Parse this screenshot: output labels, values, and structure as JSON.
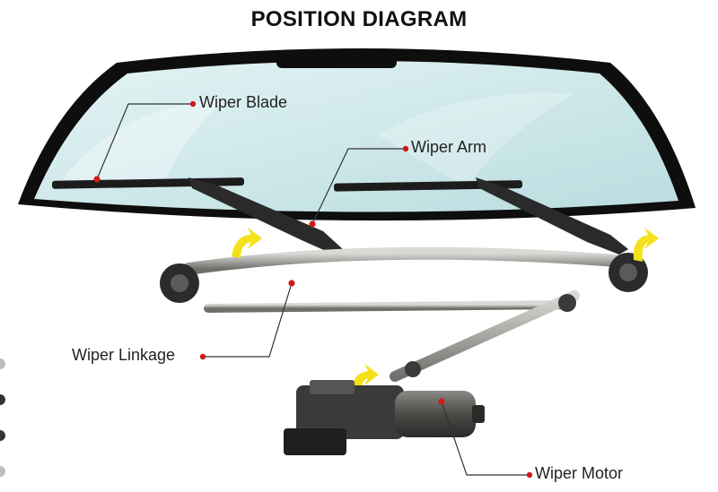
{
  "title": "POSITION DIAGRAM",
  "labels": {
    "wiper_blade": "Wiper Blade",
    "wiper_arm": "Wiper Arm",
    "wiper_linkage": "Wiper Linkage",
    "wiper_motor": "Wiper Motor"
  },
  "colors": {
    "pointer": "#d11a1a",
    "glass": "#cfe9ea",
    "frame": "#0e0e0e",
    "metal": "#a9aaa5",
    "arrow": "#f4e11a"
  },
  "carousel_dots": 4
}
